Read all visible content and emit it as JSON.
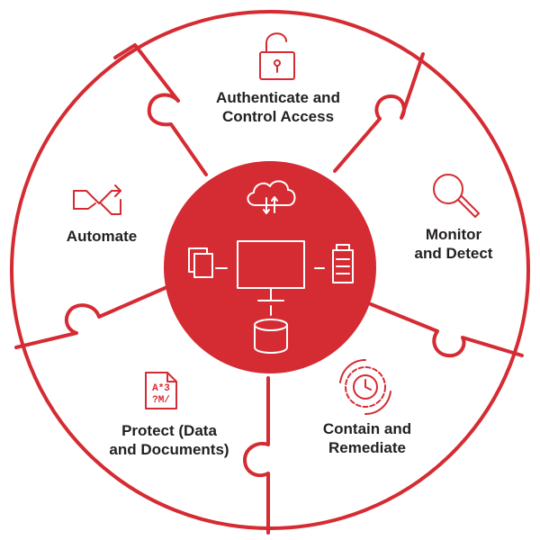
{
  "colors": {
    "accent": "#d52b32",
    "text": "#231f20",
    "background": "#ffffff"
  },
  "segments": [
    {
      "id": "authenticate",
      "line1": "Authenticate and",
      "line2": "Control Access",
      "icon": "padlock-icon"
    },
    {
      "id": "monitor",
      "line1": "Monitor",
      "line2": "and Detect",
      "icon": "magnifier-icon"
    },
    {
      "id": "contain",
      "line1": "Contain and",
      "line2": "Remediate",
      "icon": "gear-clock-icon"
    },
    {
      "id": "protect",
      "line1": "Protect (Data",
      "line2": "and Documents)",
      "icon": "document-icon"
    },
    {
      "id": "automate",
      "line1": "Automate",
      "line2": "",
      "icon": "automation-arrows-icon"
    }
  ],
  "document_icon_text": {
    "line1": "A*3",
    "line2": "?M/"
  },
  "hub": {
    "icons": [
      "cloud-icon",
      "documents-icon",
      "monitor-icon",
      "printer-icon",
      "database-icon"
    ]
  }
}
